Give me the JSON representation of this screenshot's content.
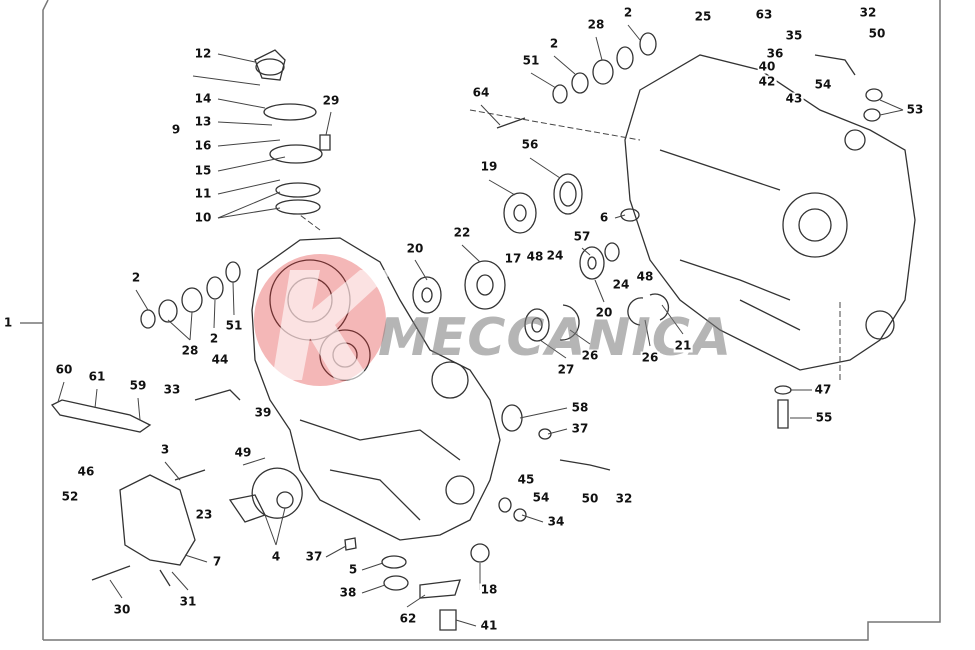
{
  "diagram": {
    "title": "Crankcase exploded parts view",
    "watermark": {
      "logo_letter": "K",
      "text": "MECCANICA",
      "color": "#e03030"
    },
    "line_color": "#333333",
    "callouts": [
      {
        "id": "c1",
        "label": "1"
      },
      {
        "id": "c2a",
        "label": "2"
      },
      {
        "id": "c25",
        "label": "25"
      },
      {
        "id": "c63",
        "label": "63"
      },
      {
        "id": "c35",
        "label": "35"
      },
      {
        "id": "c36",
        "label": "36"
      },
      {
        "id": "c40",
        "label": "40"
      },
      {
        "id": "c42",
        "label": "42"
      },
      {
        "id": "c43",
        "label": "43"
      },
      {
        "id": "c32a",
        "label": "32"
      },
      {
        "id": "c50a",
        "label": "50"
      },
      {
        "id": "c54a",
        "label": "54"
      },
      {
        "id": "c53",
        "label": "53"
      },
      {
        "id": "c28a",
        "label": "28"
      },
      {
        "id": "c2b",
        "label": "2"
      },
      {
        "id": "c51a",
        "label": "51"
      },
      {
        "id": "c64",
        "label": "64"
      },
      {
        "id": "c56",
        "label": "56"
      },
      {
        "id": "c19",
        "label": "19"
      },
      {
        "id": "c6",
        "label": "6"
      },
      {
        "id": "c57",
        "label": "57"
      },
      {
        "id": "c24a",
        "label": "24"
      },
      {
        "id": "c48a",
        "label": "48"
      },
      {
        "id": "c20a",
        "label": "20"
      },
      {
        "id": "c21",
        "label": "21"
      },
      {
        "id": "c26a",
        "label": "26"
      },
      {
        "id": "c26b",
        "label": "26"
      },
      {
        "id": "c27",
        "label": "27"
      },
      {
        "id": "c17",
        "label": "17"
      },
      {
        "id": "c48b",
        "label": "48"
      },
      {
        "id": "c24b",
        "label": "24"
      },
      {
        "id": "c22",
        "label": "22"
      },
      {
        "id": "c20b",
        "label": "20"
      },
      {
        "id": "c12",
        "label": "12"
      },
      {
        "id": "c14",
        "label": "14"
      },
      {
        "id": "c13",
        "label": "13"
      },
      {
        "id": "c9",
        "label": "9"
      },
      {
        "id": "c16",
        "label": "16"
      },
      {
        "id": "c15",
        "label": "15"
      },
      {
        "id": "c11",
        "label": "11"
      },
      {
        "id": "c10",
        "label": "10"
      },
      {
        "id": "c29",
        "label": "29"
      },
      {
        "id": "c2c",
        "label": "2"
      },
      {
        "id": "c28b",
        "label": "28"
      },
      {
        "id": "c2d",
        "label": "2"
      },
      {
        "id": "c51b",
        "label": "51"
      },
      {
        "id": "c44",
        "label": "44"
      },
      {
        "id": "c39",
        "label": "39"
      },
      {
        "id": "c60",
        "label": "60"
      },
      {
        "id": "c61",
        "label": "61"
      },
      {
        "id": "c59",
        "label": "59"
      },
      {
        "id": "c33",
        "label": "33"
      },
      {
        "id": "c49",
        "label": "49"
      },
      {
        "id": "c3",
        "label": "3"
      },
      {
        "id": "c46",
        "label": "46"
      },
      {
        "id": "c52",
        "label": "52"
      },
      {
        "id": "c23",
        "label": "23"
      },
      {
        "id": "c7",
        "label": "7"
      },
      {
        "id": "c4",
        "label": "4"
      },
      {
        "id": "c37a",
        "label": "37"
      },
      {
        "id": "c30",
        "label": "30"
      },
      {
        "id": "c31",
        "label": "31"
      },
      {
        "id": "c5",
        "label": "5"
      },
      {
        "id": "c38",
        "label": "38"
      },
      {
        "id": "c62",
        "label": "62"
      },
      {
        "id": "c41",
        "label": "41"
      },
      {
        "id": "c18",
        "label": "18"
      },
      {
        "id": "c34",
        "label": "34"
      },
      {
        "id": "c32b",
        "label": "32"
      },
      {
        "id": "c50b",
        "label": "50"
      },
      {
        "id": "c54b",
        "label": "54"
      },
      {
        "id": "c45",
        "label": "45"
      },
      {
        "id": "c37b",
        "label": "37"
      },
      {
        "id": "c58",
        "label": "58"
      },
      {
        "id": "c47",
        "label": "47"
      },
      {
        "id": "c55",
        "label": "55"
      }
    ]
  }
}
